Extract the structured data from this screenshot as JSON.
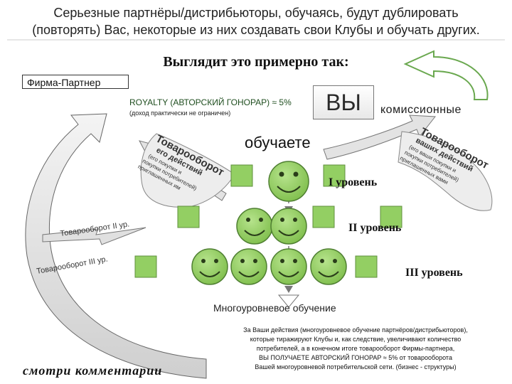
{
  "header": {
    "title_line1": "Серьезные партнёры/дистрибьюторы, обучаясь, будут дублировать",
    "title_line2": "(повторять) Вас, некоторые из них создавать свои Клубы и обучать других."
  },
  "subtitle": "Выглядит это примерно так:",
  "partner_label": "Фирма-Партнер",
  "royalty": {
    "label": "ROYALTY (АВТОРСКИЙ ГОНОРАР) ≈ 5%",
    "note": "(доход практически не ограничен)"
  },
  "you_label": "ВЫ",
  "commission_label": "комиссионные",
  "teach_label": "обучаете",
  "left_flow": {
    "line1": "Товарооборот",
    "line2": "его действий",
    "line3": "(его покупки и",
    "line4": "покупки потребителей)",
    "line5": "приглашенных им"
  },
  "right_flow": {
    "line1": "Товарооборот",
    "line2": "ваших действий",
    "line3": "(его ваши покупки и",
    "line4": "покупки потребителей)",
    "line5": "приглашенных вами"
  },
  "turnover_level2": "Товарооборот II ур.",
  "turnover_level3": "Товарооборот III ур.",
  "levels": {
    "level1": "I уровень",
    "level2": "II   уровень",
    "level3": "III уровень"
  },
  "multilevel_label": "Многоуровневое обучение",
  "note": {
    "line1": "За Ваши действия (многоуровневое обучение партнёров/дистрибьюторов),",
    "line2": "которые тиражируют Клубы и, как следствие, увеличивают количество",
    "line3": "потребителей, а в конечном итоге товарооборот Фирмы-партнера,",
    "line4": "ВЫ ПОЛУЧАЕТЕ АВТОРСКИЙ ГОНОРАР ≈ 5% от товарооборота",
    "line5": "Вашей многоуровневой потребительской сети. (бизнес - структуры)"
  },
  "see_comments": "смотри комментарии",
  "colors": {
    "square_fill": "#93cf63",
    "square_stroke": "#5f8f3d",
    "smiley_fill": "#92cf5f",
    "smiley_stroke": "#4f7f32",
    "arrow_fill": "#e6e6e6",
    "arrow_stroke": "#555555",
    "arrow_green": "#6aa84f"
  }
}
